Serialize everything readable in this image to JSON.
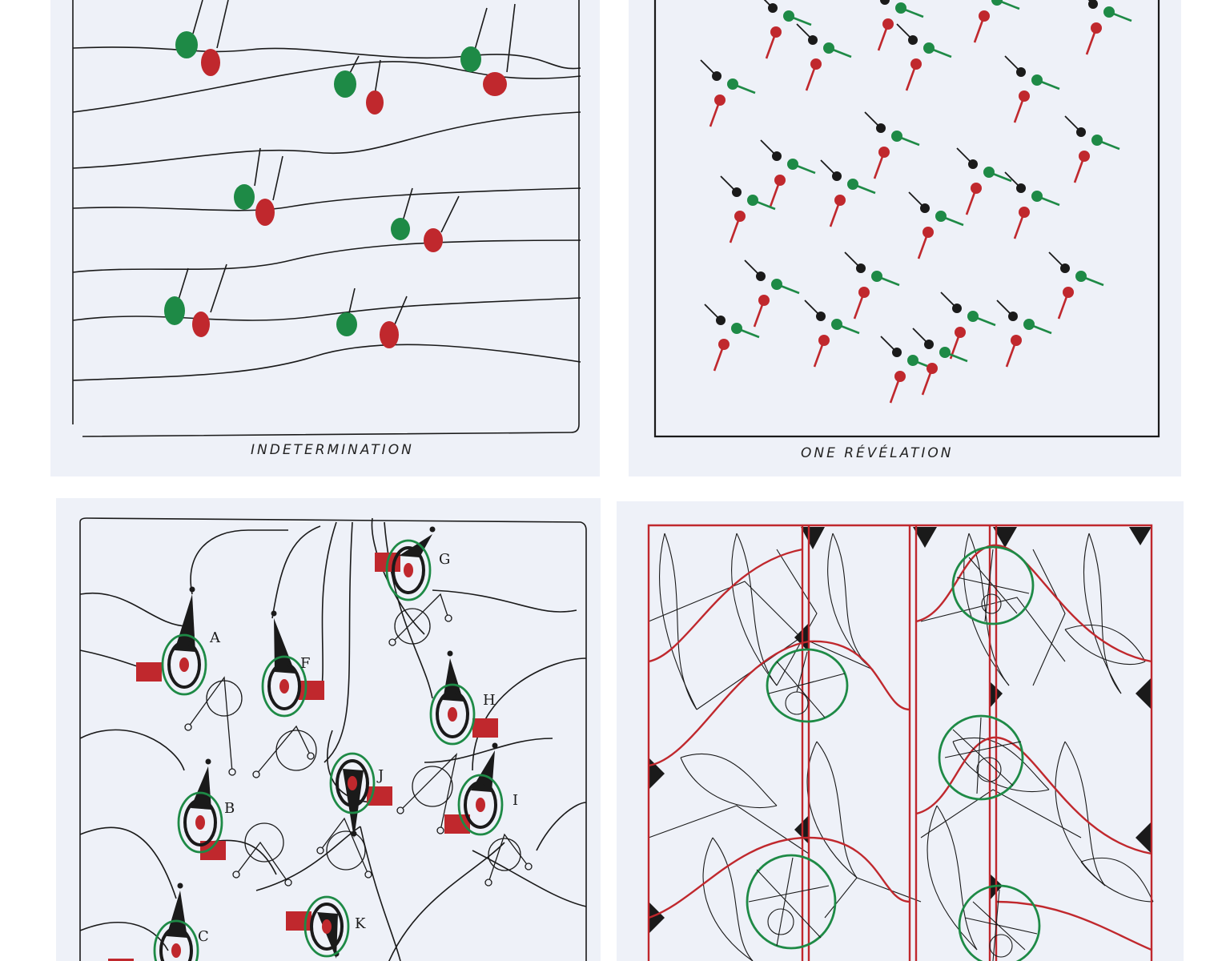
{
  "panels": [
    {
      "id": "top-left",
      "caption": "INDETERMINATION"
    },
    {
      "id": "top-right",
      "caption": "ONE RÉVÉLATION"
    },
    {
      "id": "bottom-left",
      "caption": ""
    },
    {
      "id": "bottom-right",
      "caption": ""
    }
  ],
  "labels": [
    "A",
    "B",
    "C",
    "F",
    "G",
    "H",
    "I",
    "J",
    "K"
  ],
  "colors": {
    "ink": "#1a1a1a",
    "green": "#1e8a46",
    "red": "#c0282d",
    "paper": "#eef1f8"
  }
}
